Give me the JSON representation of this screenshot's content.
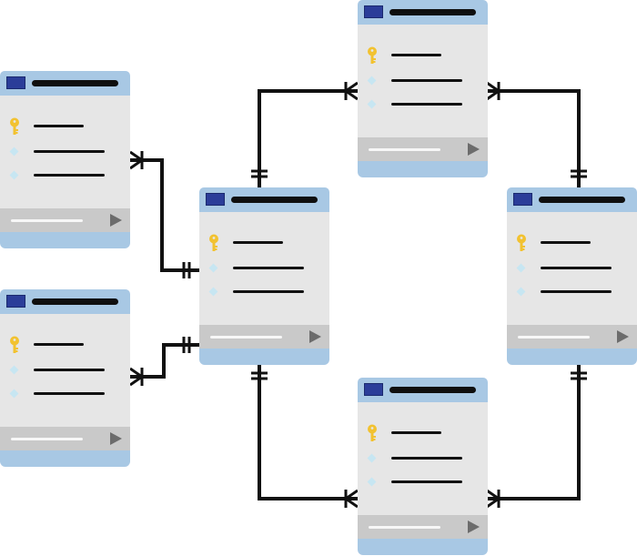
{
  "colors": {
    "header": "#a8c8e4",
    "header_flag": "#2b3d99",
    "title_bar": "#0f0f0f",
    "body": "#e6e6e6",
    "footer": "#c9c9c9",
    "footer_line": "#f7f7f7",
    "play_icon": "#6c6c6c",
    "base": "#a8c8e4",
    "key_icon": "#f2c230",
    "diamond_icon": "#c7e6f2",
    "field_bar": "#111111",
    "connector": "#111111"
  },
  "icons": {
    "primary_key": "key-icon",
    "field": "diamond-icon",
    "header": "table-flag-icon",
    "footer_action": "play-icon"
  },
  "tables": [
    {
      "id": "left-top"
    },
    {
      "id": "left-bottom"
    },
    {
      "id": "center"
    },
    {
      "id": "top"
    },
    {
      "id": "right"
    },
    {
      "id": "bottom"
    }
  ],
  "relationships": [
    {
      "from": "left-top",
      "to": "center",
      "from_end": "many",
      "to_end": "one"
    },
    {
      "from": "left-bottom",
      "to": "center",
      "from_end": "many",
      "to_end": "one"
    },
    {
      "from": "center",
      "to": "top",
      "from_end": "one",
      "to_end": "many"
    },
    {
      "from": "top",
      "to": "right",
      "from_end": "many",
      "to_end": "one"
    },
    {
      "from": "center",
      "to": "bottom",
      "from_end": "one",
      "to_end": "many"
    },
    {
      "from": "right",
      "to": "bottom",
      "from_end": "one",
      "to_end": "many"
    }
  ]
}
